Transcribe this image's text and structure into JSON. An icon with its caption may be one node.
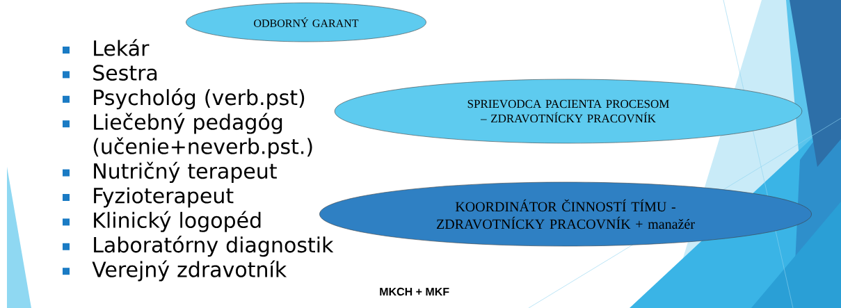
{
  "diagram": {
    "nodes": [
      {
        "text": [
          "ODBORNÝ GARANT"
        ]
      },
      {
        "text": [
          "SPRIEVODCA PACIENTA PROCESOM – ZDRAVOTNÍCKY PRACOVNÍK"
        ]
      },
      {
        "text": [
          "KOORDINÁTOR ČINNOSTÍ TÍMU - ZDRAVOTNÍCKY PRACOVNÍK + manažér"
        ]
      }
    ],
    "labels": [
      "Lekár",
      "Sestra",
      "Psychológ (verb.pst)",
      "Liečebný pedagóg (učenie+neverb.pst.)",
      "Nutričný terapeut",
      "Fyzioterapeut",
      "Klinický logopéd",
      "Laboratórny diagnostik",
      "Verejný zdravotník",
      "MKCH + MKF"
    ]
  }
}
